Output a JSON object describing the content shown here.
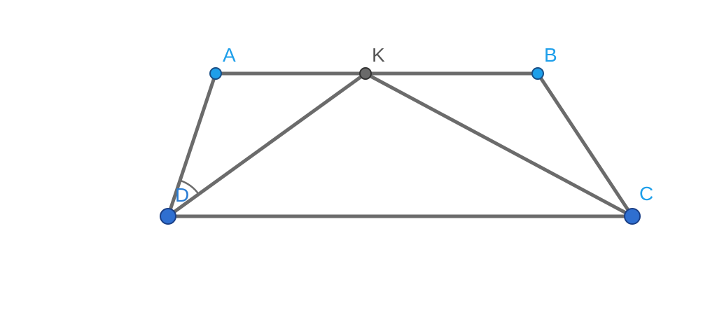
{
  "diagram": {
    "points": {
      "A": {
        "label": "A"
      },
      "K": {
        "label": "K"
      },
      "B": {
        "label": "B"
      },
      "C": {
        "label": "C"
      },
      "D": {
        "label": "D"
      }
    },
    "segments": [
      "AK",
      "KB",
      "AD",
      "BC",
      "DC",
      "DK",
      "KC"
    ],
    "angle_marks": [
      "ADK"
    ],
    "colors": {
      "line": "#6b6b6b",
      "point_small": "#1e9fea",
      "point_large": "#2f6fd0",
      "point_k": "#6a6a6a",
      "label_blue": "#1e9fea",
      "label_gray": "#555555"
    }
  }
}
